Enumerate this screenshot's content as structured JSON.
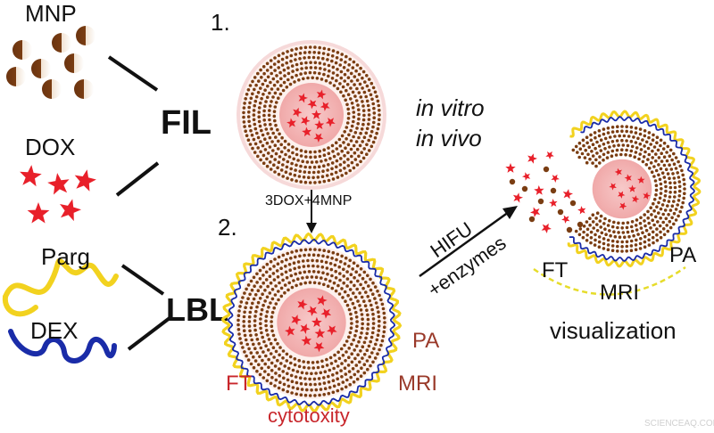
{
  "labels": {
    "mnp": "MNP",
    "dox": "DOX",
    "parg": "Parg",
    "dex": "DEX",
    "fil": "FIL",
    "lbl": "LBL",
    "step1": "1.",
    "step2": "2.",
    "in_vitro": "in vitro",
    "in_vivo": "in vivo",
    "loading": "3DOX+4MNP",
    "hifu": "HIFU",
    "enzymes": "+enzymes",
    "ft_left": "FT",
    "mri_left": "MRI",
    "pa_left": "PA",
    "cytotoxity": "cytotoxity",
    "ft_right": "FT",
    "mri_right": "MRI",
    "pa_right": "PA",
    "visualization": "visualization",
    "watermark": "SCIENCEAQ.COM"
  },
  "colors": {
    "brown": "#7a3d12",
    "red": "#e8202a",
    "pink": "#f2b3b3",
    "yellow": "#f2d21f",
    "blue": "#1a2ca8",
    "label_red": "#c8262b",
    "label_brown": "#9a3a2a",
    "black": "#111111"
  }
}
